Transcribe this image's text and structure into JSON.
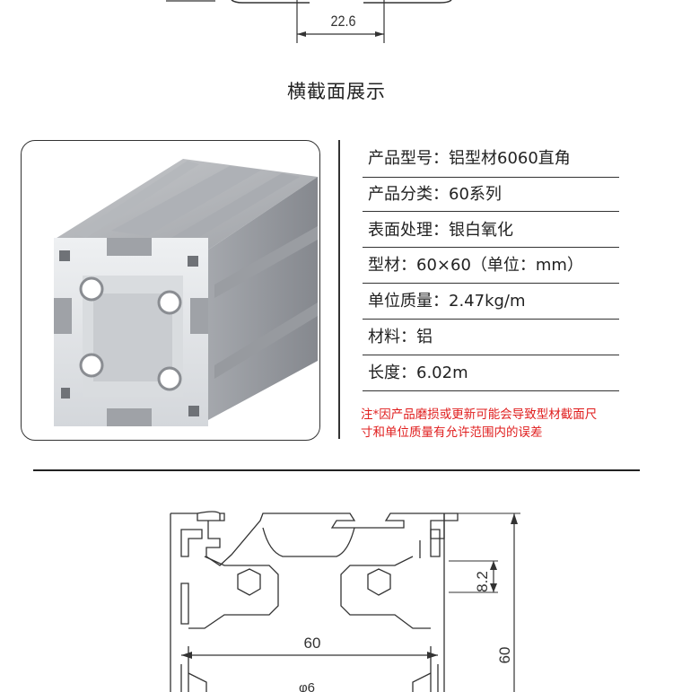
{
  "top_dimension": {
    "value": "22.6"
  },
  "section_title": "横截面展示",
  "photo": {
    "name": "aluminum-profile-photo"
  },
  "specs": [
    {
      "label": "产品型号：铝型材6060直角"
    },
    {
      "label": "产品分类：60系列"
    },
    {
      "label": "表面处理：银白氧化"
    },
    {
      "label": "型材：60×60（单位：mm）"
    },
    {
      "label": "单位质量：2.47kg/m"
    },
    {
      "label": "材料：铝"
    },
    {
      "label": "长度：6.02m"
    }
  ],
  "note": {
    "line1": "注*因产品磨损或更新可能会导致型材截面尺",
    "line2": "寸和单位质量有允许范围内的误差",
    "color": "#e01e1e"
  },
  "drawing": {
    "width_label": "60",
    "height_label": "60",
    "slot_label": "8.2",
    "partial_label": "φ6"
  }
}
